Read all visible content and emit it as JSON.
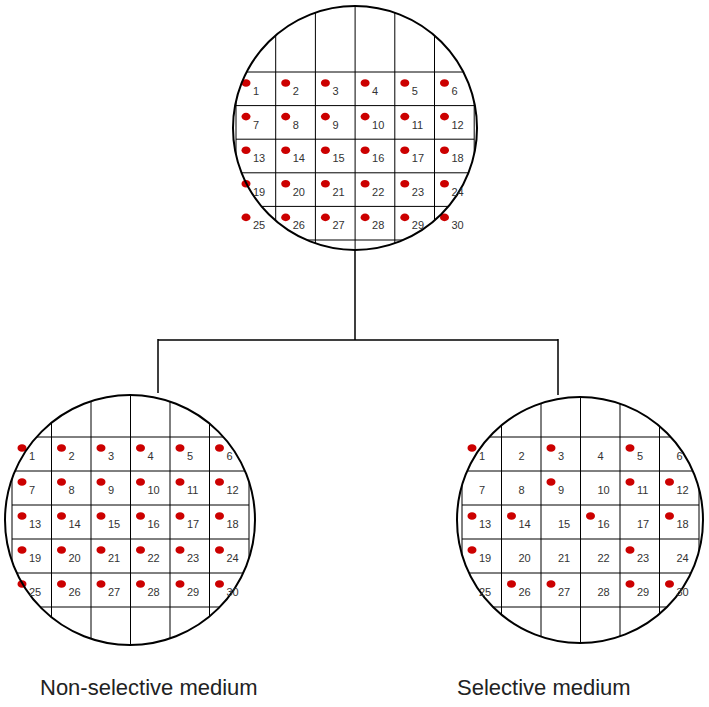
{
  "diagram": {
    "nodes": [
      {
        "text": [
          "Non-selective medium"
        ]
      },
      {
        "text": [
          "Selective medium"
        ]
      }
    ],
    "labels": [
      "1",
      "2",
      "3",
      "4",
      "5",
      "6",
      "7",
      "8",
      "9",
      "10",
      "11",
      "12",
      "13",
      "14",
      "15",
      "16",
      "17",
      "18",
      "19",
      "20",
      "21",
      "22",
      "23",
      "24",
      "25",
      "26",
      "27",
      "28",
      "29",
      "30",
      "1",
      "2",
      "3",
      "4",
      "5",
      "6",
      "7",
      "8",
      "9",
      "10",
      "11",
      "12",
      "13",
      "14",
      "15",
      "16",
      "17",
      "18",
      "19",
      "20",
      "21",
      "22",
      "23",
      "24",
      "25",
      "26",
      "27",
      "28",
      "29",
      "30",
      "1",
      "2",
      "3",
      "4",
      "5",
      "6",
      "7",
      "8",
      "9",
      "10",
      "11",
      "12",
      "13",
      "14",
      "15",
      "16",
      "17",
      "18",
      "19",
      "20",
      "21",
      "22",
      "23",
      "24",
      "25",
      "26",
      "27",
      "28",
      "29",
      "30"
    ]
  }
}
